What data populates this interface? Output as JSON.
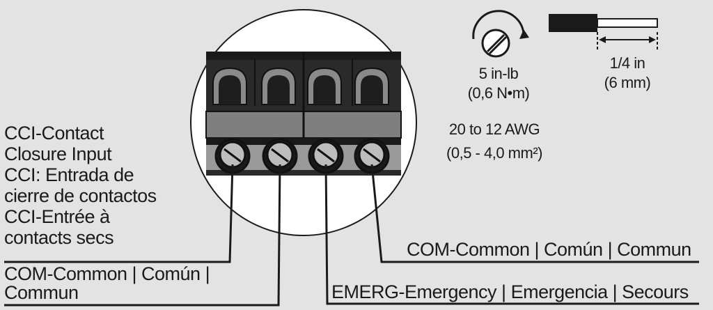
{
  "labels": {
    "cci": [
      "CCI-Contact",
      "Closure Input",
      "CCI: Entrada de",
      "cierre de contactos",
      "CCI-Entrée à",
      "contacts secs"
    ],
    "com_left": [
      "COM-Common | Común |",
      "Commun"
    ],
    "com_right": "COM-Common | Común | Commun",
    "emerg": "EMERG-Emergency | Emergencia | Secours"
  },
  "specs": {
    "torque_imperial": "5 in-lb",
    "torque_metric": "(0,6 N•m)",
    "strip_imperial": "1/4 in",
    "strip_metric": "(6 mm)",
    "wire_awg": "20 to 12 AWG",
    "wire_metric": "(0,5 - 4,0 mm²)"
  },
  "icons": [
    "screw-tighten-icon",
    "wire-strip-length-icon",
    "terminal-block-icon"
  ],
  "colors": {
    "background": "#e3e3e4",
    "ink": "#1a1a1a",
    "circle": "#ffffff",
    "terminal_dark": "#2a2a2a",
    "terminal_mid": "#808080"
  }
}
